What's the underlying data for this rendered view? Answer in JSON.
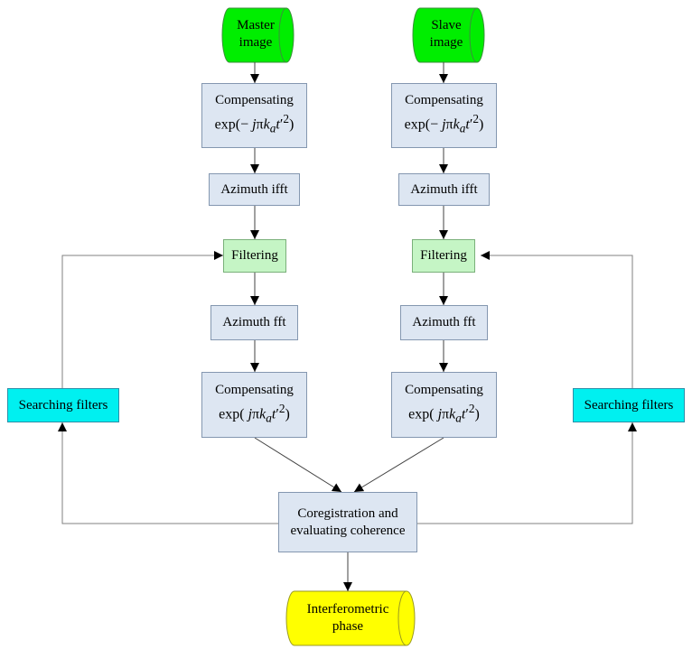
{
  "nodes": {
    "master_image": [
      "Master",
      "image"
    ],
    "slave_image": [
      "Slave",
      "image"
    ],
    "comp_neg_left": {
      "title": "Compensating",
      "formula": "exp(− jπk_a t'^2)"
    },
    "comp_neg_right": {
      "title": "Compensating",
      "formula": "exp(− jπk_a t'^2)"
    },
    "azimuth_ifft_left": "Azimuth ifft",
    "azimuth_ifft_right": "Azimuth ifft",
    "filtering_left": "Filtering",
    "filtering_right": "Filtering",
    "azimuth_fft_left": "Azimuth fft",
    "azimuth_fft_right": "Azimuth fft",
    "comp_pos_left": {
      "title": "Compensating",
      "formula": "exp( jπk_a t'^2)"
    },
    "comp_pos_right": {
      "title": "Compensating",
      "formula": "exp( jπk_a t'^2)"
    },
    "searching_filters_left": "Searching filters",
    "searching_filters_right": "Searching filters",
    "coregistration": [
      "Coregistration and",
      "evaluating coherence"
    ],
    "interferometric_phase": [
      "Interferometric",
      "phase"
    ]
  },
  "colors": {
    "start_cylinder": "#00ee00",
    "end_cylinder": "#ffff00",
    "process_box": "#dde6f2",
    "filter_box": "#c5f5c5",
    "search_box": "#00f0f0",
    "connector": "#808080"
  }
}
